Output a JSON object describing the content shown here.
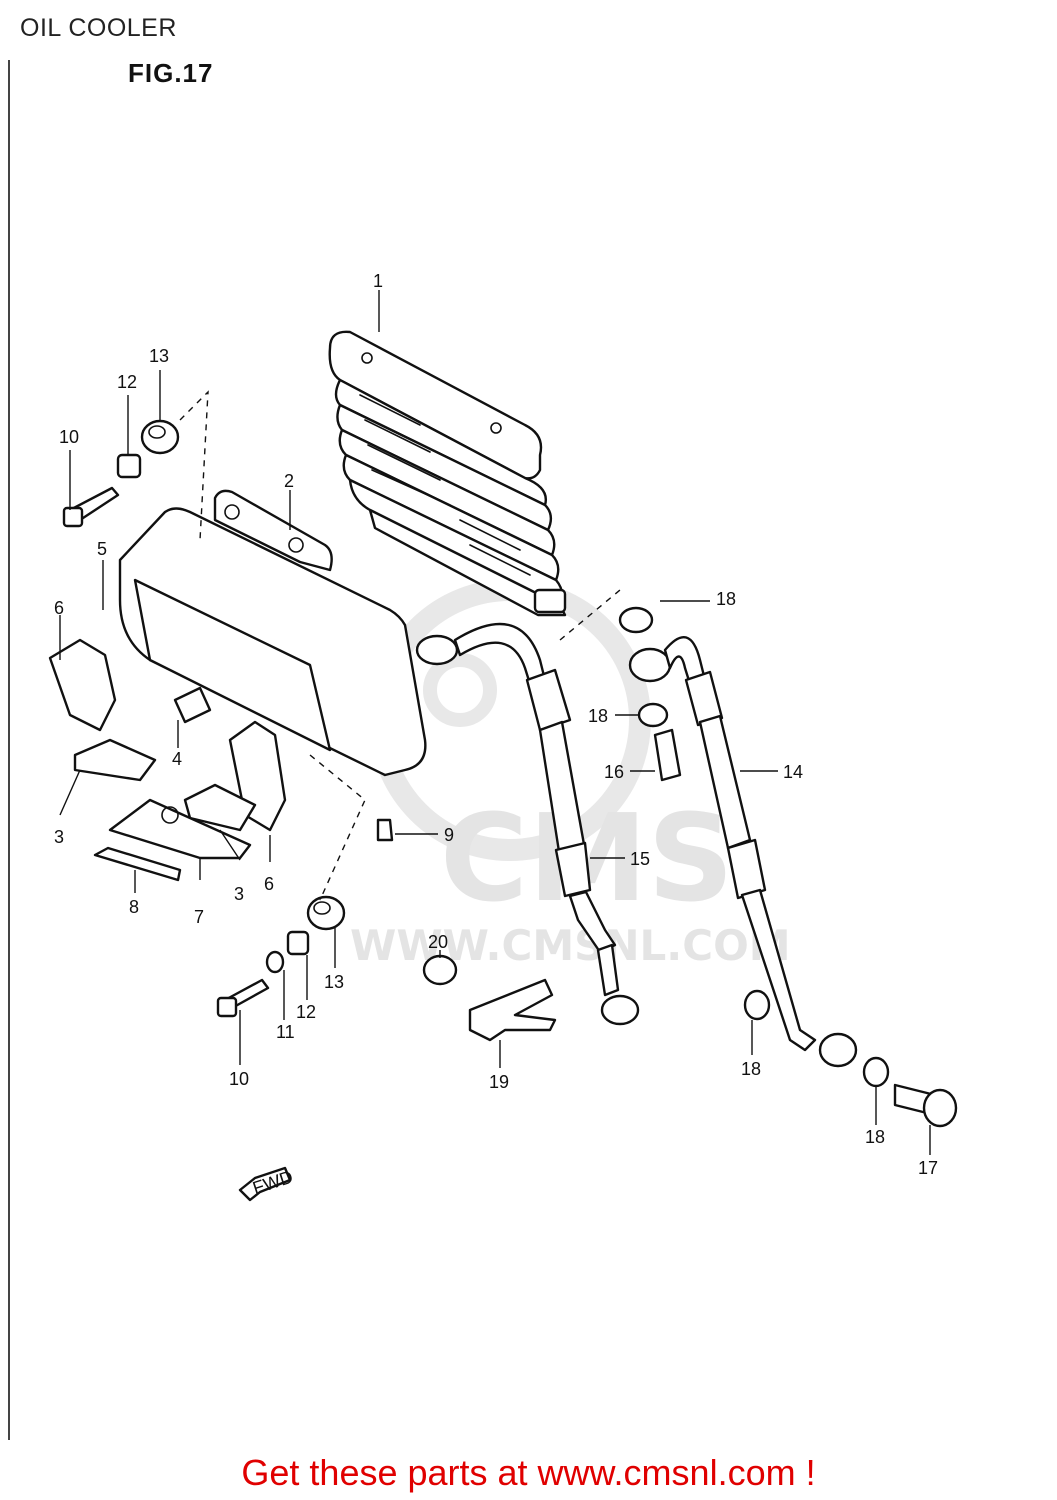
{
  "header": {
    "page_title": "OIL COOLER",
    "figure_label": "FIG.17"
  },
  "watermark": {
    "logo_text": "CMS",
    "url_text": "WWW.CMSNL.COM"
  },
  "direction_marker": "FWD",
  "callouts": [
    {
      "id": "c1",
      "label": "1"
    },
    {
      "id": "c2",
      "label": "2"
    },
    {
      "id": "c3a",
      "label": "3"
    },
    {
      "id": "c3b",
      "label": "3"
    },
    {
      "id": "c4",
      "label": "4"
    },
    {
      "id": "c5",
      "label": "5"
    },
    {
      "id": "c6a",
      "label": "6"
    },
    {
      "id": "c6b",
      "label": "6"
    },
    {
      "id": "c7",
      "label": "7"
    },
    {
      "id": "c8",
      "label": "8"
    },
    {
      "id": "c9",
      "label": "9"
    },
    {
      "id": "c10a",
      "label": "10"
    },
    {
      "id": "c10b",
      "label": "10"
    },
    {
      "id": "c11",
      "label": "11"
    },
    {
      "id": "c12a",
      "label": "12"
    },
    {
      "id": "c12b",
      "label": "12"
    },
    {
      "id": "c13a",
      "label": "13"
    },
    {
      "id": "c13b",
      "label": "13"
    },
    {
      "id": "c14",
      "label": "14"
    },
    {
      "id": "c15",
      "label": "15"
    },
    {
      "id": "c16",
      "label": "16"
    },
    {
      "id": "c17",
      "label": "17"
    },
    {
      "id": "c18a",
      "label": "18"
    },
    {
      "id": "c18b",
      "label": "18"
    },
    {
      "id": "c18c",
      "label": "18"
    },
    {
      "id": "c18d",
      "label": "18"
    },
    {
      "id": "c19",
      "label": "19"
    },
    {
      "id": "c20",
      "label": "20"
    }
  ],
  "footer": {
    "cta_text": "Get these parts at www.cmsnl.com !",
    "cta_color": "#e00000"
  }
}
